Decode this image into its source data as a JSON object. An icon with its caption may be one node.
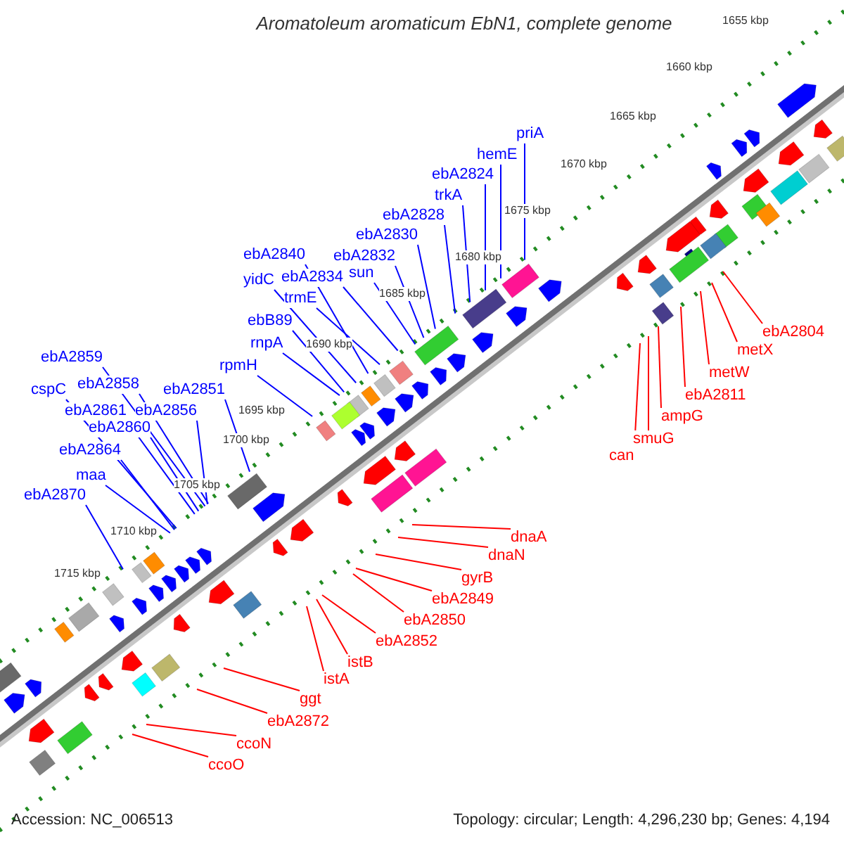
{
  "diagram": {
    "title": "Aromatoleum aromaticum EbN1, complete genome",
    "nodes": [
      {
        "text": [
          "priA"
        ]
      },
      {
        "text": [
          "hemE"
        ]
      },
      {
        "text": [
          "ebA2824"
        ]
      },
      {
        "text": [
          "trkA"
        ]
      },
      {
        "text": [
          "ebA2828"
        ]
      },
      {
        "text": [
          "ebA2830"
        ]
      },
      {
        "text": [
          "ebA2832"
        ]
      },
      {
        "text": [
          "sun"
        ]
      },
      {
        "text": [
          "ebA2840"
        ]
      },
      {
        "text": [
          "yidC"
        ]
      },
      {
        "text": [
          "ebA2834"
        ]
      },
      {
        "text": [
          "trmE"
        ]
      },
      {
        "text": [
          "ebB89"
        ]
      },
      {
        "text": [
          "rnpA"
        ]
      },
      {
        "text": [
          "rpmH"
        ]
      },
      {
        "text": [
          "ebA2859"
        ]
      },
      {
        "text": [
          "cspC"
        ]
      },
      {
        "text": [
          "ebA2858"
        ]
      },
      {
        "text": [
          "ebA2851"
        ]
      },
      {
        "text": [
          "ebA2861"
        ]
      },
      {
        "text": [
          "ebA2856"
        ]
      },
      {
        "text": [
          "ebA2860"
        ]
      },
      {
        "text": [
          "ebA2864"
        ]
      },
      {
        "text": [
          "maa"
        ]
      },
      {
        "text": [
          "ebA2870"
        ]
      },
      {
        "text": [
          "ebA2804"
        ]
      },
      {
        "text": [
          "metX"
        ]
      },
      {
        "text": [
          "metW"
        ]
      },
      {
        "text": [
          "ebA2811"
        ]
      },
      {
        "text": [
          "ampG"
        ]
      },
      {
        "text": [
          "smuG"
        ]
      },
      {
        "text": [
          "can"
        ]
      },
      {
        "text": [
          "dnaA"
        ]
      },
      {
        "text": [
          "dnaN"
        ]
      },
      {
        "text": [
          "gyrB"
        ]
      },
      {
        "text": [
          "ebA2849"
        ]
      },
      {
        "text": [
          "ebA2850"
        ]
      },
      {
        "text": [
          "ebA2852"
        ]
      },
      {
        "text": [
          "istB"
        ]
      },
      {
        "text": [
          "istA"
        ]
      },
      {
        "text": [
          "ggt"
        ]
      },
      {
        "text": [
          "ebA2872"
        ]
      },
      {
        "text": [
          "ccoN"
        ]
      },
      {
        "text": [
          "ccoO"
        ]
      }
    ],
    "edges": [
      {
        "from": 0,
        "to": null,
        "arrow": "none"
      },
      {
        "from": 1,
        "to": null,
        "arrow": "none"
      },
      {
        "from": 2,
        "to": null,
        "arrow": "none"
      },
      {
        "from": 3,
        "to": null,
        "arrow": "none"
      },
      {
        "from": 4,
        "to": null,
        "arrow": "none"
      },
      {
        "from": 5,
        "to": null,
        "arrow": "none"
      },
      {
        "from": 6,
        "to": null,
        "arrow": "none"
      },
      {
        "from": 7,
        "to": null,
        "arrow": "none"
      },
      {
        "from": 8,
        "to": null,
        "arrow": "none"
      },
      {
        "from": 9,
        "to": null,
        "arrow": "none"
      },
      {
        "from": 10,
        "to": null,
        "arrow": "none"
      },
      {
        "from": 11,
        "to": null,
        "arrow": "none"
      },
      {
        "from": 12,
        "to": null,
        "arrow": "none"
      },
      {
        "from": 13,
        "to": null,
        "arrow": "none"
      },
      {
        "from": 14,
        "to": null,
        "arrow": "none"
      },
      {
        "from": 15,
        "to": null,
        "arrow": "none"
      },
      {
        "from": 16,
        "to": null,
        "arrow": "none"
      },
      {
        "from": 17,
        "to": null,
        "arrow": "none"
      },
      {
        "from": 18,
        "to": null,
        "arrow": "none"
      },
      {
        "from": 19,
        "to": null,
        "arrow": "none"
      },
      {
        "from": 20,
        "to": null,
        "arrow": "none"
      },
      {
        "from": 21,
        "to": null,
        "arrow": "none"
      },
      {
        "from": 22,
        "to": null,
        "arrow": "none"
      },
      {
        "from": 23,
        "to": null,
        "arrow": "none"
      },
      {
        "from": 24,
        "to": null,
        "arrow": "none"
      },
      {
        "from": 25,
        "to": null,
        "arrow": "none",
        "color": "#ff0000"
      },
      {
        "from": 26,
        "to": null,
        "arrow": "none",
        "color": "#ff0000"
      },
      {
        "from": 27,
        "to": null,
        "arrow": "none",
        "color": "#ff0000"
      },
      {
        "from": 28,
        "to": null,
        "arrow": "none",
        "color": "#ff0000"
      },
      {
        "from": 29,
        "to": null,
        "arrow": "none",
        "color": "#ff0000"
      },
      {
        "from": 30,
        "to": null,
        "arrow": "none",
        "color": "#ff0000"
      },
      {
        "from": 31,
        "to": null,
        "arrow": "none",
        "color": "#ff0000"
      },
      {
        "from": 32,
        "to": null,
        "arrow": "none",
        "color": "#ff0000"
      },
      {
        "from": 33,
        "to": null,
        "arrow": "none",
        "color": "#ff0000"
      },
      {
        "from": 34,
        "to": null,
        "arrow": "none",
        "color": "#ff0000"
      },
      {
        "from": 35,
        "to": null,
        "arrow": "none",
        "color": "#ff0000"
      },
      {
        "from": 36,
        "to": null,
        "arrow": "none",
        "color": "#ff0000"
      },
      {
        "from": 37,
        "to": null,
        "arrow": "none",
        "color": "#ff0000"
      },
      {
        "from": 38,
        "to": null,
        "arrow": "none",
        "color": "#ff0000"
      },
      {
        "from": 39,
        "to": null,
        "arrow": "none",
        "color": "#ff0000"
      },
      {
        "from": 40,
        "to": null,
        "arrow": "none",
        "color": "#ff0000"
      },
      {
        "from": 41,
        "to": null,
        "arrow": "none",
        "color": "#ff0000"
      },
      {
        "from": 42,
        "to": null,
        "arrow": "none",
        "color": "#ff0000"
      },
      {
        "from": 43,
        "to": null,
        "arrow": "none",
        "color": "#ff0000"
      }
    ],
    "labels": [
      "1655 kbp",
      "1660 kbp",
      "1665 kbp",
      "1670 kbp",
      "1675 kbp",
      "1680 kbp",
      "1685 kbp",
      "1690 kbp",
      "1695 kbp",
      "1700 kbp",
      "1705 kbp",
      "1710 kbp",
      "1715 kbp",
      "Accession: NC_006513",
      "Topology: circular; Length: 4,296,230 bp; Genes: 4,194"
    ]
  }
}
